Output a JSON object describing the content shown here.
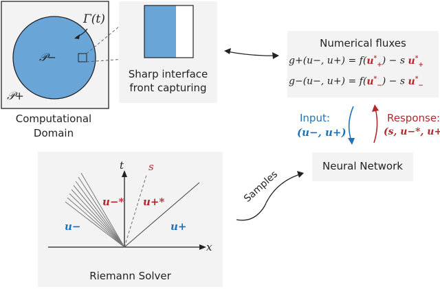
{
  "colors": {
    "blue": "#1e73be",
    "fill_blue": "#6aa5d8",
    "red": "#b5272d",
    "panel": "#f3f3f3"
  },
  "domain": {
    "caption_line1": "Computational",
    "caption_line2": "Domain",
    "inner_phase": "𝒫−",
    "outer_phase": "𝒫+",
    "interface_label": "Γ(t)"
  },
  "zoom": {
    "caption_line1": "Sharp interface",
    "caption_line2": "front capturing"
  },
  "fluxes": {
    "title": "Numerical fluxes",
    "eq1": {
      "lhs": "g+(u−, u+) = ",
      "f": "f(",
      "u": "u",
      "sup": "*",
      "sub": "+",
      "close": ")",
      "minus": " − s ",
      "u2": "u",
      "sup2": "*",
      "sub2": "+"
    },
    "eq2": {
      "lhs": "g−(u−, u+) = ",
      "f": "f(",
      "u": "u",
      "sup": "*",
      "sub": "−",
      "close": ")",
      "minus": " − s ",
      "u2": "u",
      "sup2": "*",
      "sub2": "−"
    }
  },
  "io": {
    "input_label": "Input:",
    "input_value": "(u−, u+)",
    "response_label": "Response:",
    "response_value": "(s, u−*, u+*)"
  },
  "network": {
    "label": "Neural Network"
  },
  "samples": {
    "label": "Samples"
  },
  "riemann": {
    "caption": "Riemann Solver",
    "t_axis": "t",
    "x_axis": "x",
    "s_label": "s",
    "u_minus": "u−",
    "u_plus": "u+",
    "u_minus_star": "u−*",
    "u_plus_star": "u+*"
  }
}
